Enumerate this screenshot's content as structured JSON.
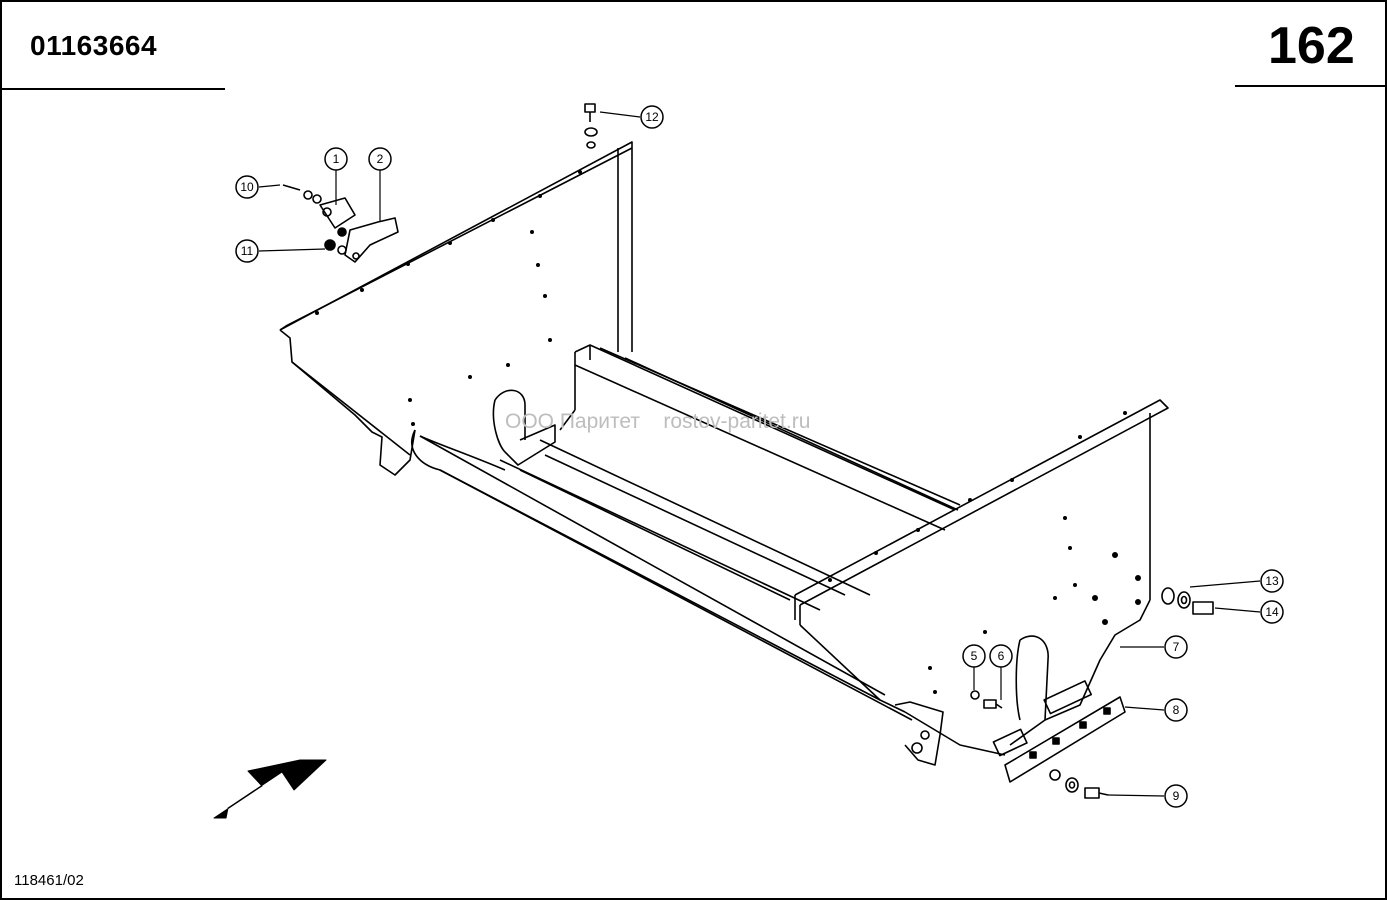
{
  "header": {
    "doc_number": "01163664",
    "page_number": "162"
  },
  "footer": {
    "drawing_ref": "118461/02"
  },
  "watermark": {
    "text": "ООО Паритет    rostov-paritet.ru"
  },
  "callouts": [
    {
      "id": "1",
      "label": "1"
    },
    {
      "id": "2",
      "label": "2"
    },
    {
      "id": "5",
      "label": "5"
    },
    {
      "id": "6",
      "label": "6"
    },
    {
      "id": "7",
      "label": "7"
    },
    {
      "id": "8",
      "label": "8"
    },
    {
      "id": "9",
      "label": "9"
    },
    {
      "id": "10",
      "label": "10"
    },
    {
      "id": "11",
      "label": "11"
    },
    {
      "id": "12",
      "label": "12"
    },
    {
      "id": "13",
      "label": "13"
    },
    {
      "id": "14",
      "label": "14"
    }
  ],
  "icons": {
    "direction_arrow": "forward-direction-arrow-icon"
  }
}
